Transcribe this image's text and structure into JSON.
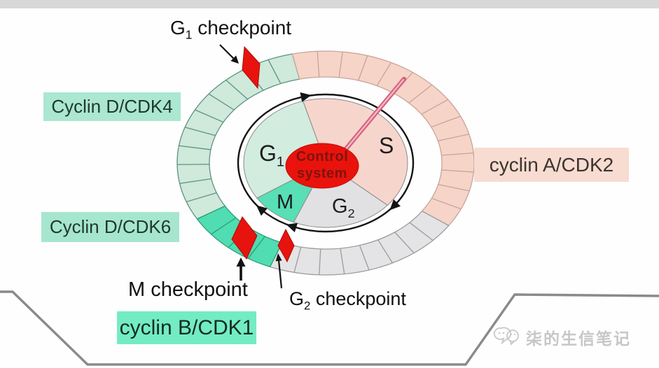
{
  "page": {
    "top_bar_color": "#d8d8d8",
    "background": "#fefefe",
    "frame_color": "#8a8a8a"
  },
  "watermark": {
    "text": "柒的生信笔记",
    "icon": "chat-bubbles-icon",
    "color": "#c7c7c7"
  },
  "diagram": {
    "type": "cell-cycle",
    "direction": "clockwise",
    "center_label": {
      "line1": "Control",
      "line2": "system",
      "fill": "#ea120c",
      "text_color": "#7d150d"
    },
    "arc_color": "#141414",
    "hand": {
      "outer_color": "#d5607c",
      "core_color": "#f5b7c5"
    },
    "checkpoint_color": "#e8130e",
    "checkpoint_edge": "#a90d06",
    "phases": [
      {
        "id": "g1",
        "label": {
          "base": "G",
          "sub": "1"
        },
        "disc_color": "#d2ecdf",
        "ring_color": "#cfe9db",
        "tick_color": "#5d9282",
        "disc_start": 147,
        "disc_end": 254,
        "ring_start": 150,
        "ring_end": 257,
        "segments": 11
      },
      {
        "id": "s",
        "label": {
          "base": "S",
          "sub": ""
        },
        "disc_color": "#f6d6cc",
        "ring_color": "#f6d4c8",
        "tick_color": "#c8a49a",
        "disc_start": 254,
        "disc_end": 401,
        "ring_start": 257,
        "ring_end": 394,
        "segments": 14
      },
      {
        "id": "g2",
        "label": {
          "base": "G",
          "sub": "2"
        },
        "disc_color": "#e1e1e3",
        "ring_color": "#e4e4e6",
        "tick_color": "#9c9c9c",
        "disc_start": 41,
        "disc_end": 113,
        "ring_start": 34,
        "ring_end": 112,
        "segments": 8
      },
      {
        "id": "m",
        "label": {
          "base": "M",
          "sub": ""
        },
        "disc_color": "#58dfb5",
        "ring_color": "#4fddb1",
        "tick_color": "#2d9c7b",
        "disc_start": 113,
        "disc_end": 147,
        "ring_start": 112,
        "ring_end": 150,
        "segments": 4
      }
    ],
    "checkpoints": [
      {
        "id": "g1-checkpoint",
        "name": "G1 checkpoint"
      },
      {
        "id": "g2-checkpoint",
        "name": "G2 checkpoint"
      },
      {
        "id": "m-checkpoint",
        "name": "M checkpoint"
      }
    ]
  },
  "labels": {
    "g1_checkpoint": {
      "base": "G",
      "sub": "1",
      "rest": " checkpoint"
    },
    "m_checkpoint": {
      "text": "M checkpoint"
    },
    "g2_checkpoint": {
      "base": "G",
      "sub": "2",
      "rest": " checkpoint"
    },
    "cyclin_d_cdk4": {
      "text": "Cyclin D/CDK4",
      "bg": "#abe7d1"
    },
    "cyclin_d_cdk6": {
      "text": "Cyclin D/CDK6",
      "bg": "#a6e6ce"
    },
    "cyclin_b_cdk1": {
      "text": "cyclin B/CDK1",
      "bg": "#73ecc3"
    },
    "cyclin_a_cdk2": {
      "text": "cyclin A/CDK2",
      "bg": "#f8dcd1"
    }
  }
}
